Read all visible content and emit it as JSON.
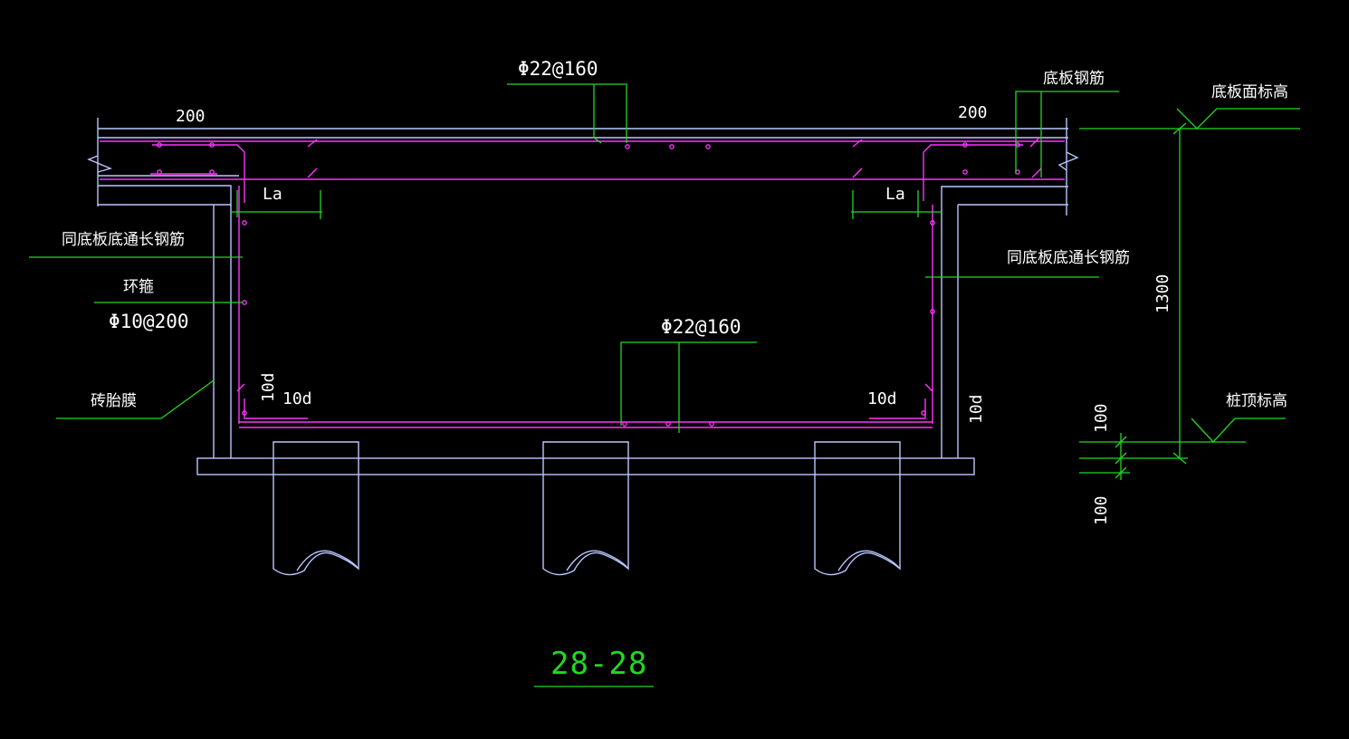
{
  "colors": {
    "background": "#000000",
    "structure": "#b8c7ff",
    "rebar": "#ff33ff",
    "leader": "#22d822",
    "dimension": "#22d822",
    "text": "#ffffff"
  },
  "labels": {
    "top_rebar": "Φ22@160",
    "bottom_rebar": "Φ22@160",
    "slab_rebar": "底板钢筋",
    "slab_top_elev": "底板面标高",
    "left_long_bar": "同底板底通长钢筋",
    "right_long_bar": "同底板底通长钢筋",
    "stirrup": "环箍",
    "stirrup_spec": "Φ10@200",
    "brick_mold": "砖胎膜",
    "pile_top_elev": "桩顶标高",
    "anchor_left": "La",
    "anchor_right": "La",
    "hook_left_v": "10d",
    "hook_left_h": "10d",
    "hook_right_h": "10d",
    "hook_right_v": "10d"
  },
  "dimensions": {
    "top_left": "200",
    "top_right": "200",
    "depth": "1300",
    "cushion_1": "100",
    "cushion_2": "100"
  },
  "section_title": "28-28"
}
